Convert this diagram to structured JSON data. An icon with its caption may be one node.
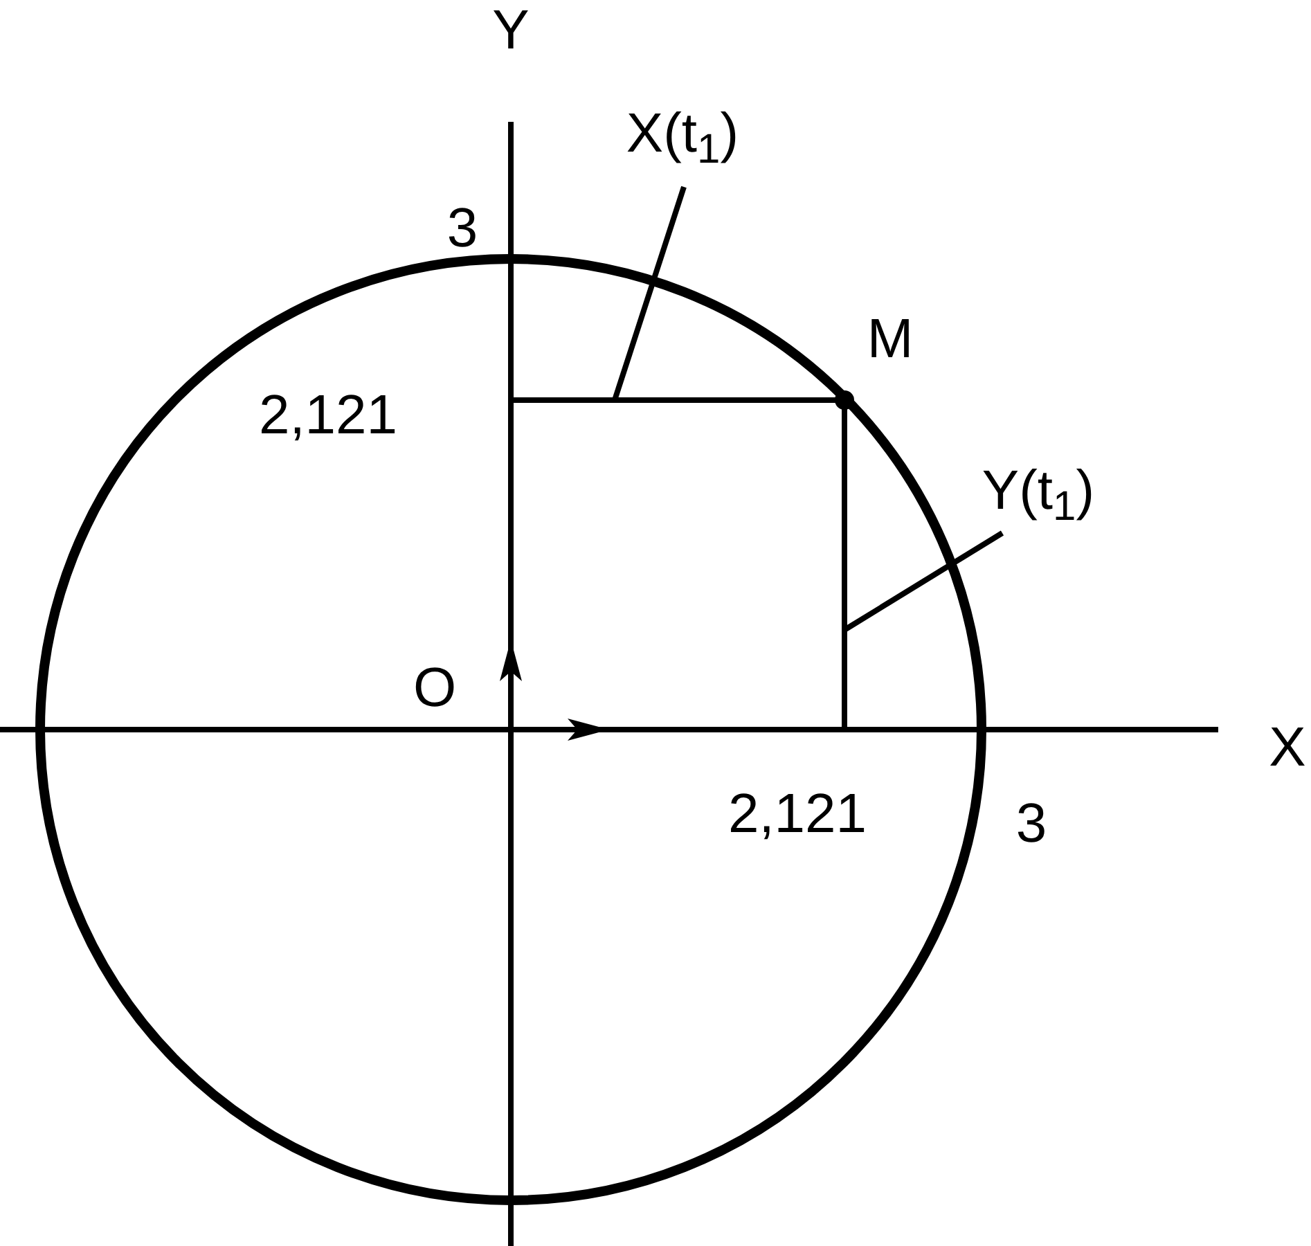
{
  "diagram": {
    "nodes": [
      {
        "text": [
          "X(t$_{1}$)"
        ]
      },
      {
        "text": [
          "Y(t$_{1}$)"
        ]
      }
    ],
    "edges": [
      {
        "from": 0,
        "to": null,
        "arrow": "none"
      },
      {
        "from": 1,
        "to": null,
        "arrow": "none"
      }
    ],
    "labels": [
      "Y",
      "3",
      "M",
      "2,121",
      "O",
      "X",
      "2,121",
      "3"
    ]
  }
}
